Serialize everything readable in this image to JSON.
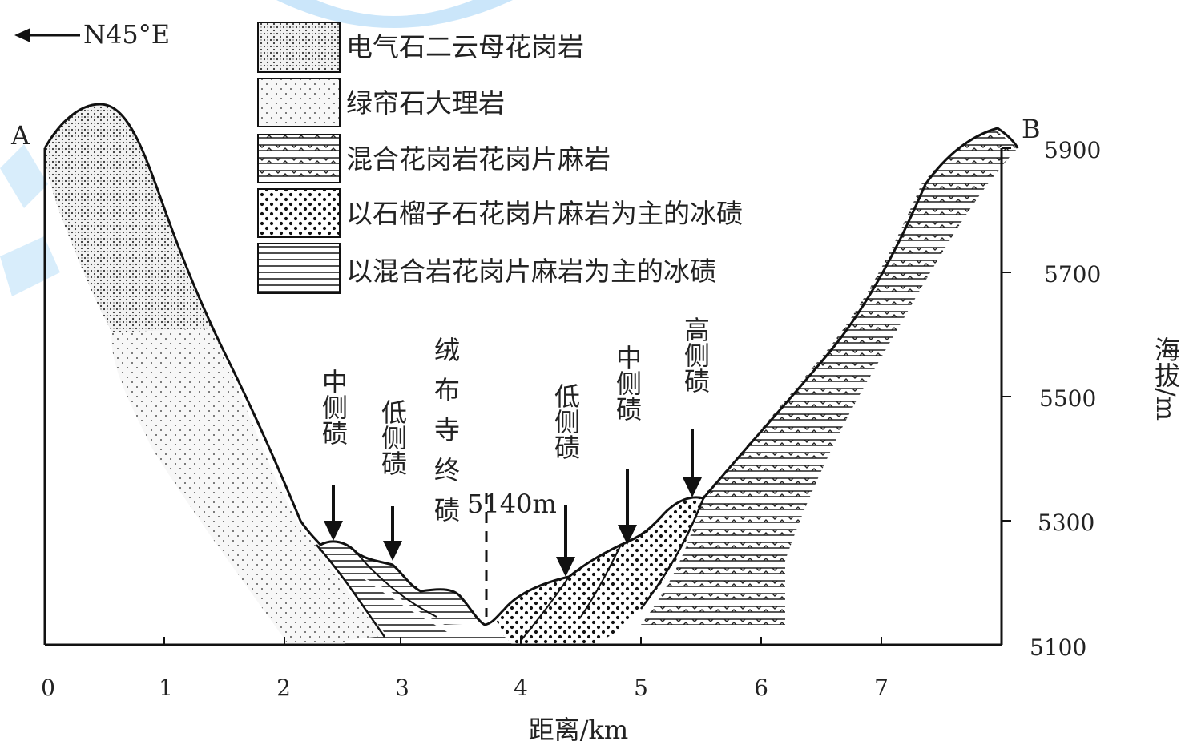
{
  "direction": "N45°E",
  "point_a": "A",
  "point_b": "B",
  "legend": [
    {
      "label": "电气石二云母花岗岩",
      "pattern": "dots-dense"
    },
    {
      "label": "绿帘石大理岩",
      "pattern": "dots-light"
    },
    {
      "label": "混合花岗岩花岗片麻岩",
      "pattern": "zigzag"
    },
    {
      "label": "以石榴子石花岗片麻岩为主的冰碛",
      "pattern": "dots-heavy"
    },
    {
      "label": "以混合岩花岗片麻岩为主的冰碛",
      "pattern": "lines"
    }
  ],
  "annotations": {
    "mid_left": "中侧碛",
    "low_left": "低侧碛",
    "terminal": "绒布寺终碛",
    "elevation_mark": "5140m",
    "low_right": "低侧碛",
    "mid_right": "中侧碛",
    "high_right": "高侧碛"
  },
  "x_axis": {
    "label": "距离/km",
    "ticks": [
      "0",
      "1",
      "2",
      "3",
      "4",
      "5",
      "6",
      "7"
    ]
  },
  "y_axis": {
    "label": "海拔/m",
    "ticks": [
      "5100",
      "5300",
      "5500",
      "5700",
      "5900"
    ]
  },
  "colors": {
    "ink": "#111111",
    "fill_light": "#f4f4f4",
    "watermark": "#9fd0f5"
  }
}
